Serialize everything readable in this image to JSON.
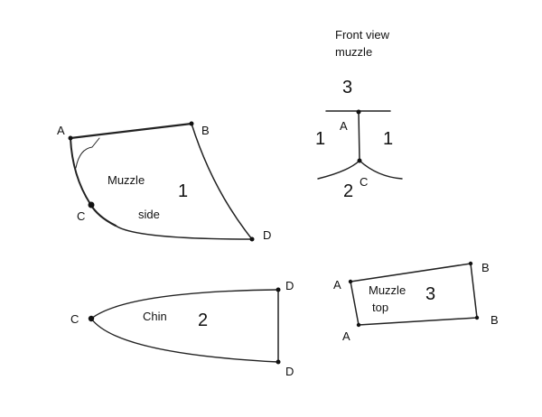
{
  "muzzle_side": {
    "title": "Muzzle",
    "subtitle": "side",
    "number": "1",
    "points": [
      "A",
      "B",
      "C",
      "D"
    ]
  },
  "front_view": {
    "title_line1": "Front view",
    "title_line2": "muzzle",
    "num_top": "3",
    "num_left": "1",
    "num_right": "1",
    "num_bottom": "2",
    "points": [
      "A",
      "C"
    ]
  },
  "chin": {
    "title": "Chin",
    "number": "2",
    "points": [
      "C",
      "D",
      "D"
    ]
  },
  "muzzle_top": {
    "title": "Muzzle",
    "subtitle": "top",
    "number": "3",
    "points": [
      "A",
      "A",
      "B",
      "B"
    ]
  },
  "colors": {
    "stroke": "#222222",
    "dot": "#111111"
  }
}
